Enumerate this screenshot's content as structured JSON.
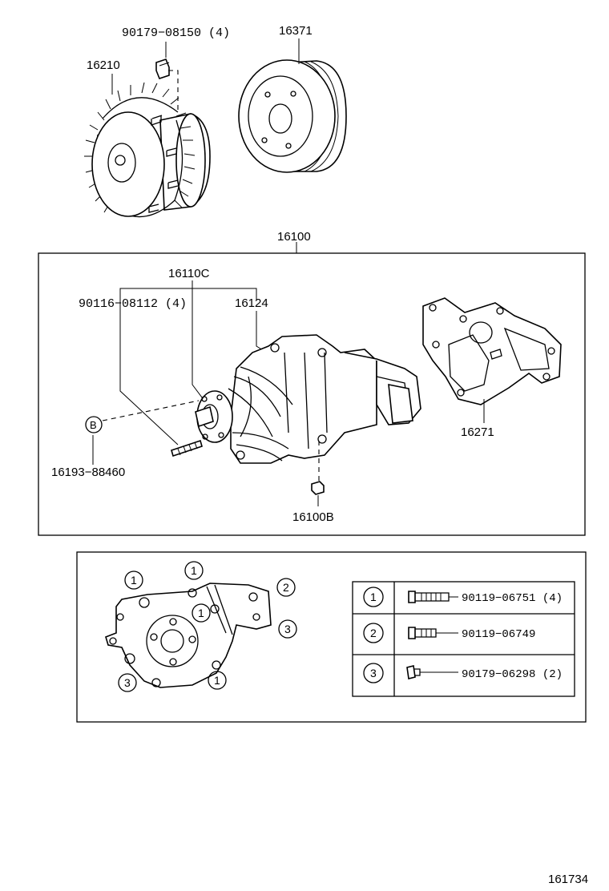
{
  "labels": {
    "bolt_fan": "90179−08150 (4)",
    "pulley": "16371",
    "fan_clutch": "16210",
    "assembly": "16100",
    "pump_sub": "16110C",
    "bolt_pump": "90116−08112 (4)",
    "pump_gasket": "16124",
    "gasket": "16271",
    "ref_circle": "B",
    "stud": "16193−88460",
    "plug": "16100B",
    "figure_no": "161734"
  },
  "bolt_key": {
    "callouts": [
      "1",
      "1",
      "2",
      "1",
      "3",
      "3",
      "1"
    ],
    "rows": [
      {
        "num": "1",
        "part": "90119−06751 (4)"
      },
      {
        "num": "2",
        "part": "90119−06749"
      },
      {
        "num": "3",
        "part": "90179−06298 (2)"
      }
    ]
  }
}
